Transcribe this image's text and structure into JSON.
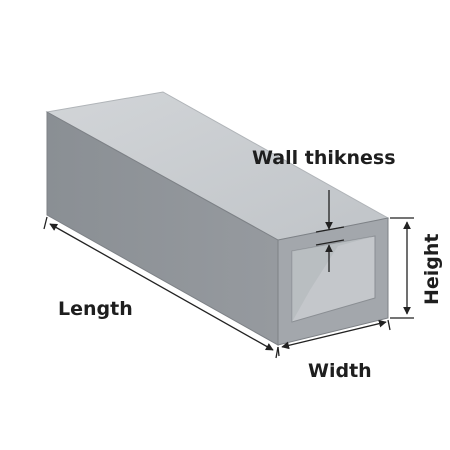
{
  "labels": {
    "wall_thickness": "Wall thikness",
    "length": "Length",
    "width": "Width",
    "height": "Height"
  },
  "colors": {
    "top_face": "#c9ccd0",
    "side_face": "#8e9398",
    "front_face": "#a4a8ad",
    "inner_opening": "#c4c7cb",
    "edge": "#7d8186",
    "text": "#1e1e1e",
    "dimension_lines": "#222222"
  }
}
